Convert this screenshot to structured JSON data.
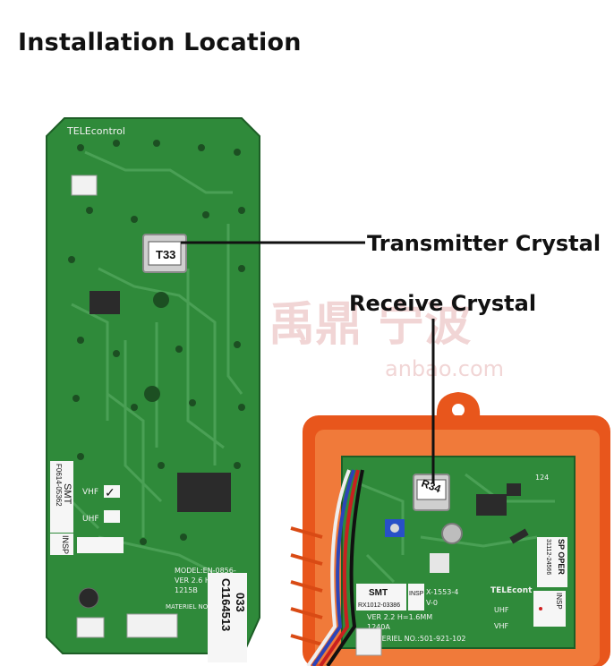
{
  "page": {
    "title": "Installation Location"
  },
  "labels": {
    "transmitter": "Transmitter Crystal",
    "receive": "Receive Crystal"
  },
  "transmitter_board": {
    "brand": "TELEcontrol",
    "crystal_marking": "T33",
    "smt_label": "SMT",
    "smt_code": "F0614-05362",
    "vhf": "VHF",
    "uhf": "UHF",
    "insp": "INSP",
    "model_line1": "MODEL:EN-0856-",
    "model_line2": "VER 2.6 H",
    "model_line3": "1215B",
    "materiel_line": "MATERIEL NO.",
    "serial_line1": "C1164513",
    "serial_line2": "033"
  },
  "receiver_board": {
    "crystal_marking": "R34",
    "smt_label": "SMT",
    "smt_code": "RX1012-03386",
    "insp": "INSP",
    "model_line1": "X-1553-4",
    "model_line2": "V-0",
    "ver_line": "VER 2.2 H=1.6MM",
    "date_line": "1240A",
    "materiel_line": "MATERIEL NO.:501-921-102",
    "brand": "TELEcont",
    "uhf": "UHF",
    "vhf": "VHF",
    "sp_oper": "SP OPER",
    "sp_code": "31112-24566",
    "insp_side": "INSP",
    "ref_124": "124"
  },
  "colors": {
    "pcb_green": "#2f8a3a",
    "pcb_dark": "#1f6e2b",
    "enclosure_orange": "#e8561c",
    "crystal_silver": "#cfcfcf"
  },
  "watermark": {
    "text_cn": "禹鼎 宁波",
    "text_url": "anbao.com"
  }
}
